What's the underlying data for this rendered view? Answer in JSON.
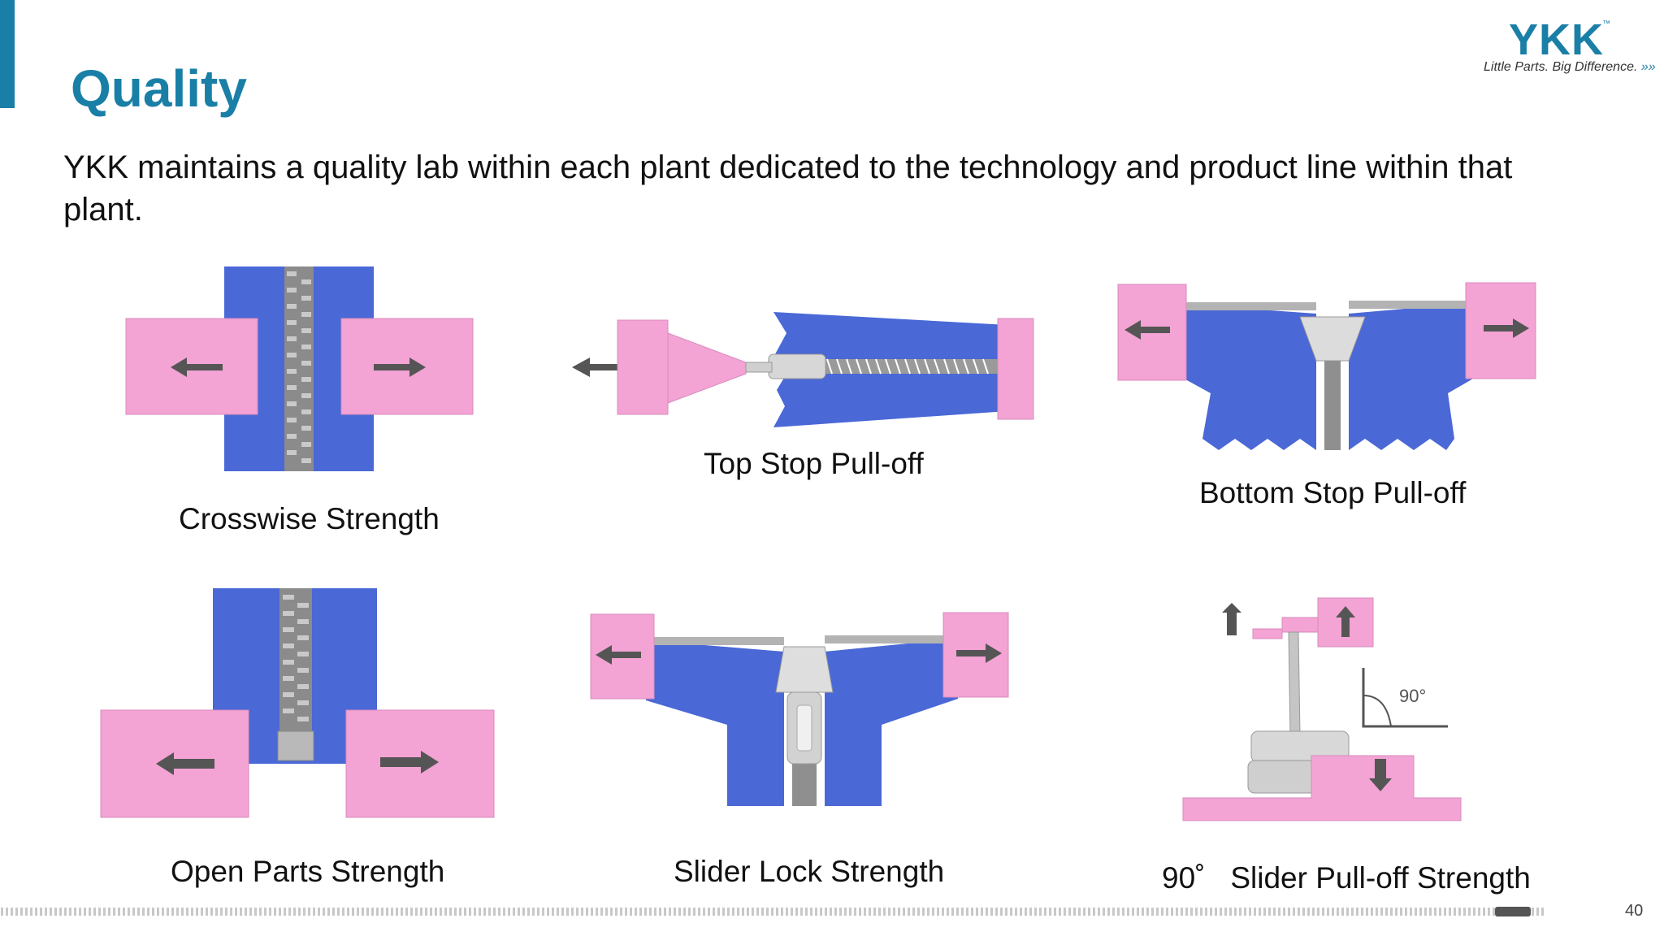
{
  "slide": {
    "title": "Quality",
    "intro": "YKK maintains a quality lab within each plant dedicated to the technology and product line within that plant.",
    "page_number": "40"
  },
  "logo": {
    "brand": "YKK",
    "trademark": "™",
    "tagline": "Little Parts. Big Difference.",
    "tagline_arrows": "»»"
  },
  "tests": [
    {
      "caption": "Crosswise Strength"
    },
    {
      "caption": "Top Stop Pull-off"
    },
    {
      "caption": "Bottom Stop Pull-off"
    },
    {
      "caption": "Open Parts Strength"
    },
    {
      "caption": "Slider Lock Strength"
    },
    {
      "caption_prefix": "90˚",
      "caption": "Slider Pull-off Strength",
      "angle_label": "90°"
    }
  ],
  "colors": {
    "accent": "#1a7fa6",
    "tape_blue": "#4a68d6",
    "clamp_pink": "#f3a3d4",
    "arrow_gray": "#555555",
    "teeth_gray": "#9a9a9a"
  }
}
